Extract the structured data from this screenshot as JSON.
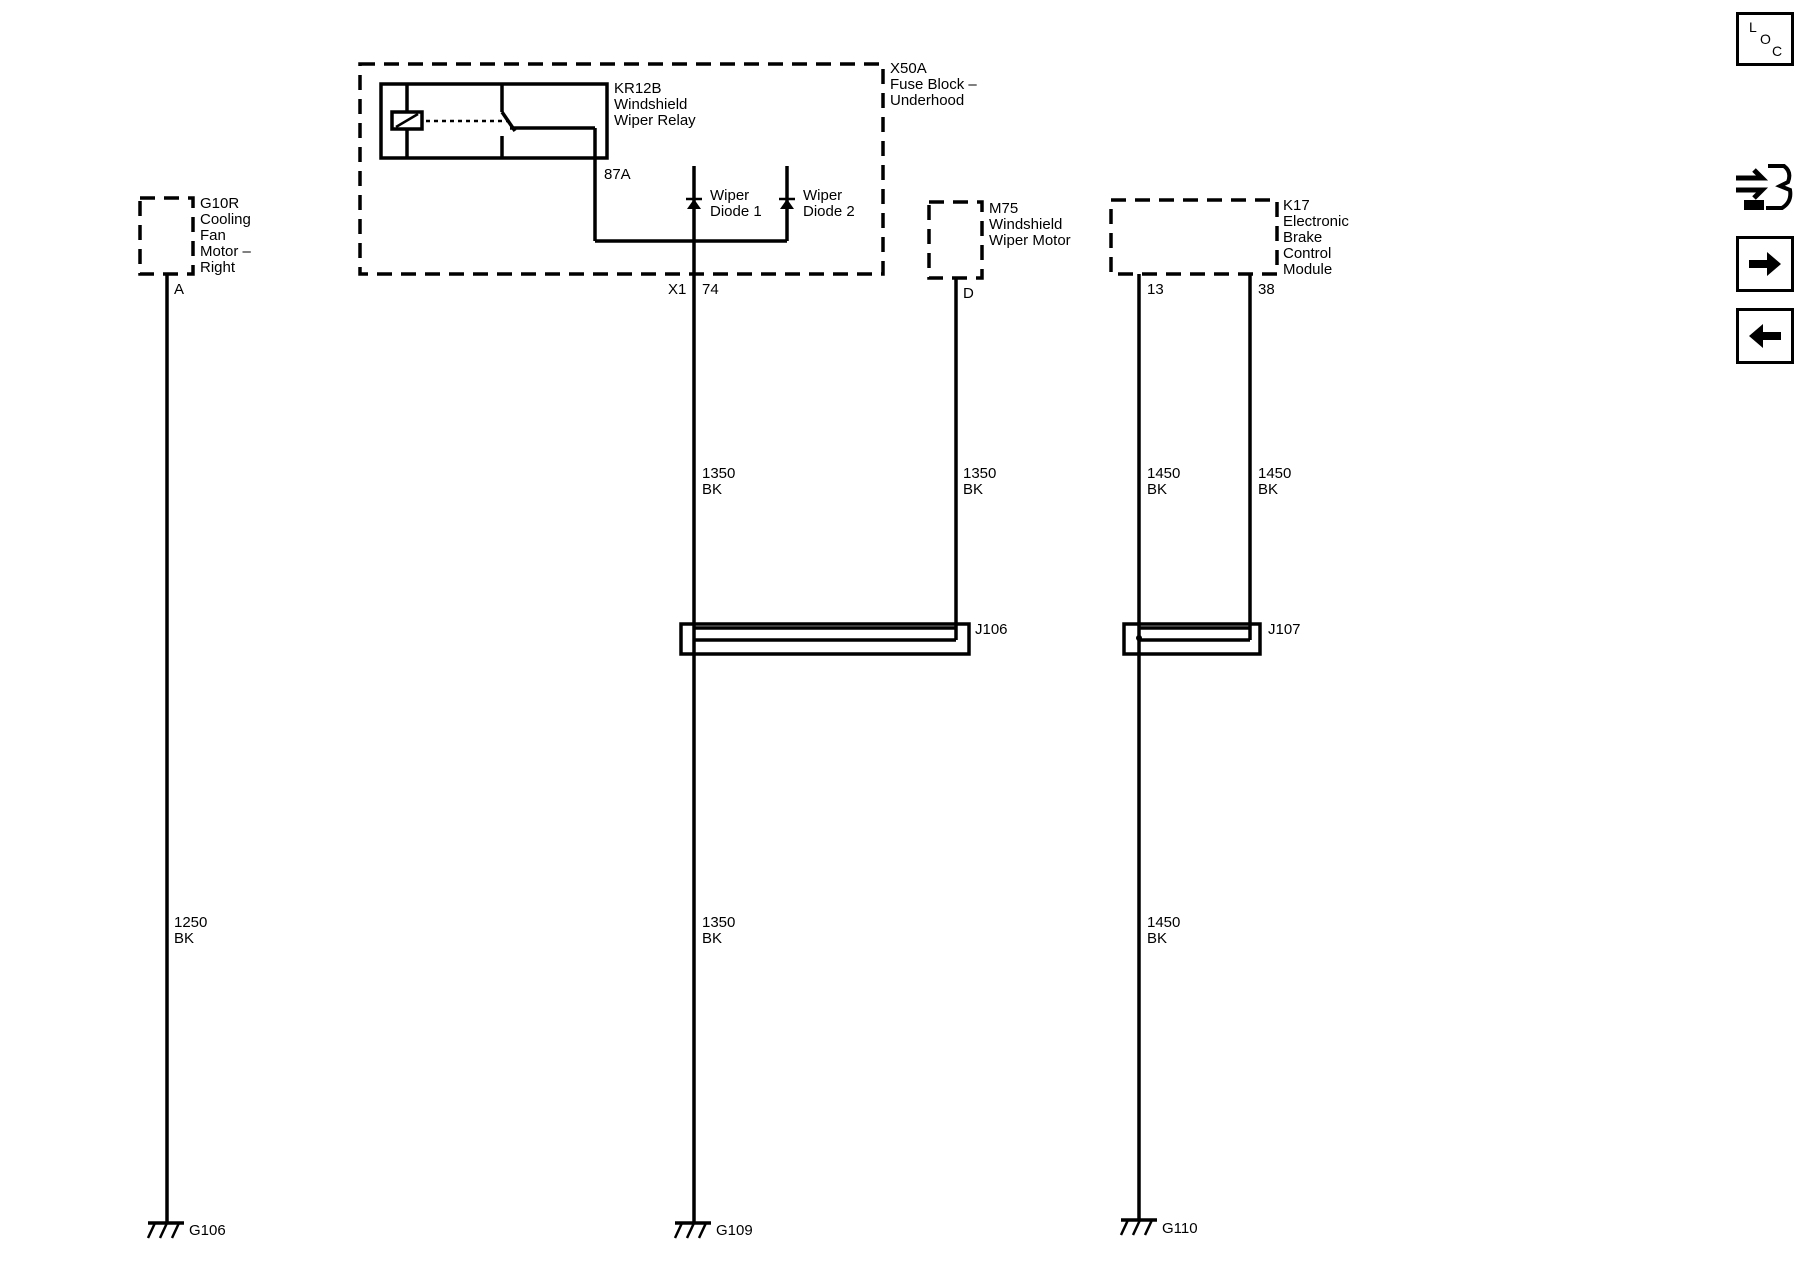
{
  "fuse_block": {
    "id": "X50A",
    "name_line1": "Fuse Block –",
    "name_line2": "Underhood",
    "connector": "X1",
    "pin": "74"
  },
  "relay": {
    "id": "KR12B",
    "name_line1": "Windshield",
    "name_line2": "Wiper Relay",
    "pin": "87A"
  },
  "diodes": [
    {
      "line1": "Wiper",
      "line2": "Diode 1"
    },
    {
      "line1": "Wiper",
      "line2": "Diode 2"
    }
  ],
  "components": {
    "g10r": {
      "lines": [
        "G10R",
        "Cooling",
        "Fan",
        "Motor –",
        "Right"
      ],
      "pin": "A"
    },
    "m75": {
      "lines": [
        "M75",
        "Windshield",
        "Wiper Motor"
      ],
      "pin": "D"
    },
    "k17": {
      "lines": [
        "K17",
        "Electronic",
        "Brake",
        "Control",
        "Module"
      ],
      "pins": [
        "13",
        "38"
      ]
    }
  },
  "wires": {
    "g10r_ground": {
      "circuit": "1250",
      "color": "BK"
    },
    "x50a_upper": {
      "circuit": "1350",
      "color": "BK"
    },
    "m75_upper": {
      "circuit": "1350",
      "color": "BK"
    },
    "x50a_lower": {
      "circuit": "1350",
      "color": "BK"
    },
    "k17_13_upper": {
      "circuit": "1450",
      "color": "BK"
    },
    "k17_38_upper": {
      "circuit": "1450",
      "color": "BK"
    },
    "k17_lower": {
      "circuit": "1450",
      "color": "BK"
    }
  },
  "splices": {
    "left": "J106",
    "right": "J107"
  },
  "grounds": {
    "g106": "G106",
    "g109": "G109",
    "g110": "G110"
  },
  "nav": {
    "loc_l": "L",
    "loc_o": "O",
    "loc_c": "C"
  },
  "icons": {
    "locator": "locator-icon",
    "connector": "connector-icon",
    "next": "arrow-right-icon",
    "previous": "arrow-left-icon"
  }
}
